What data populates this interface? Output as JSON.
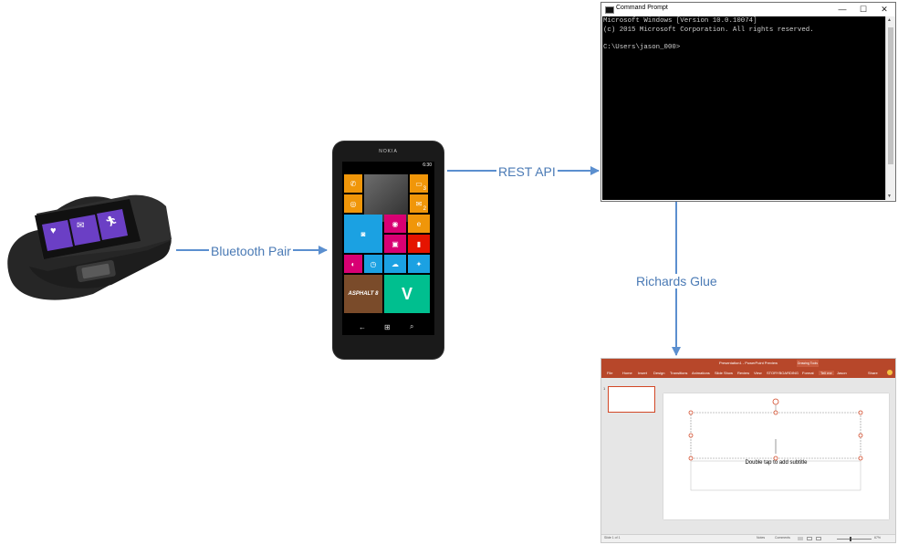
{
  "connectors": {
    "bluetooth_label": "Bluetooth Pair",
    "rest_label": "REST API",
    "glue_label": "Richards Glue",
    "line_color": "#5b8fcf"
  },
  "band": {
    "device": "Microsoft Band",
    "tile_color": "#6b3fc5",
    "tile_icons": [
      "heart-icon",
      "mail-icon",
      "runner-icon"
    ]
  },
  "phone": {
    "brand": "NOKIA",
    "time": "6:30",
    "tiles": [
      {
        "name": "phone-tile",
        "glyph": "✆",
        "count": "",
        "color": "#f09609"
      },
      {
        "name": "people-tile",
        "glyph": "",
        "count": "",
        "color": "#4a4a4a"
      },
      {
        "name": "messaging-tile",
        "glyph": "▭",
        "count": "3",
        "color": "#f09609"
      },
      {
        "name": "whatsapp-tile",
        "glyph": "◎",
        "count": "",
        "color": "#f09609"
      },
      {
        "name": "email-tile",
        "glyph": "✉",
        "count": "2",
        "color": "#f09609"
      },
      {
        "name": "instagram-tile",
        "glyph": "◙",
        "count": "",
        "color": "#1ba1e2"
      },
      {
        "name": "camera-tile",
        "glyph": "◉",
        "count": "",
        "color": "#d80073"
      },
      {
        "name": "ie-tile",
        "glyph": "e",
        "count": "",
        "color": "#f09609"
      },
      {
        "name": "photos-tile",
        "glyph": "▣",
        "count": "",
        "color": "#d80073"
      },
      {
        "name": "office-tile",
        "glyph": "▮",
        "count": "",
        "color": "#e51400"
      },
      {
        "name": "music-tile",
        "glyph": "◐",
        "count": "",
        "color": "#d80073"
      },
      {
        "name": "clock-tile",
        "glyph": "◷",
        "count": "",
        "color": "#1ba1e2"
      },
      {
        "name": "onedrive-tile",
        "glyph": "☁",
        "count": "",
        "color": "#1ba1e2"
      },
      {
        "name": "twitter-tile",
        "glyph": "✦",
        "count": "",
        "color": "#1ba1e2"
      },
      {
        "name": "asphalt-tile",
        "glyph": "ASPHALT 8",
        "count": "",
        "color": "#7a4b2a"
      },
      {
        "name": "vine-tile",
        "glyph": "V",
        "count": "",
        "color": "#00bf8f"
      }
    ]
  },
  "cmd": {
    "window_title": "Command Prompt",
    "minimize": "—",
    "maximize": "☐",
    "close": "✕",
    "lines": [
      "Microsoft Windows [Version 10.0.10074]",
      "(c) 2015 Microsoft Corporation. All rights reserved.",
      "",
      "C:\\Users\\jason_000>"
    ]
  },
  "ppt": {
    "window_title": "Presentation1 - PowerPoint Preview",
    "contextual_tab": "Drawing Tools",
    "tabs": [
      "File",
      "Home",
      "Insert",
      "Design",
      "Transitions",
      "Animations",
      "Slide Show",
      "Review",
      "View",
      "STORYBOARDING",
      "Format"
    ],
    "tell_me": "Tell me",
    "user": "Jason",
    "share": "Share",
    "thumb_number": "1",
    "subtitle_placeholder": "Double tap to add subtitle",
    "status_left": "Slide 1 of 1",
    "notes": "Notes",
    "comments": "Comments",
    "zoom": "67%",
    "accent_color": "#b7472a"
  }
}
